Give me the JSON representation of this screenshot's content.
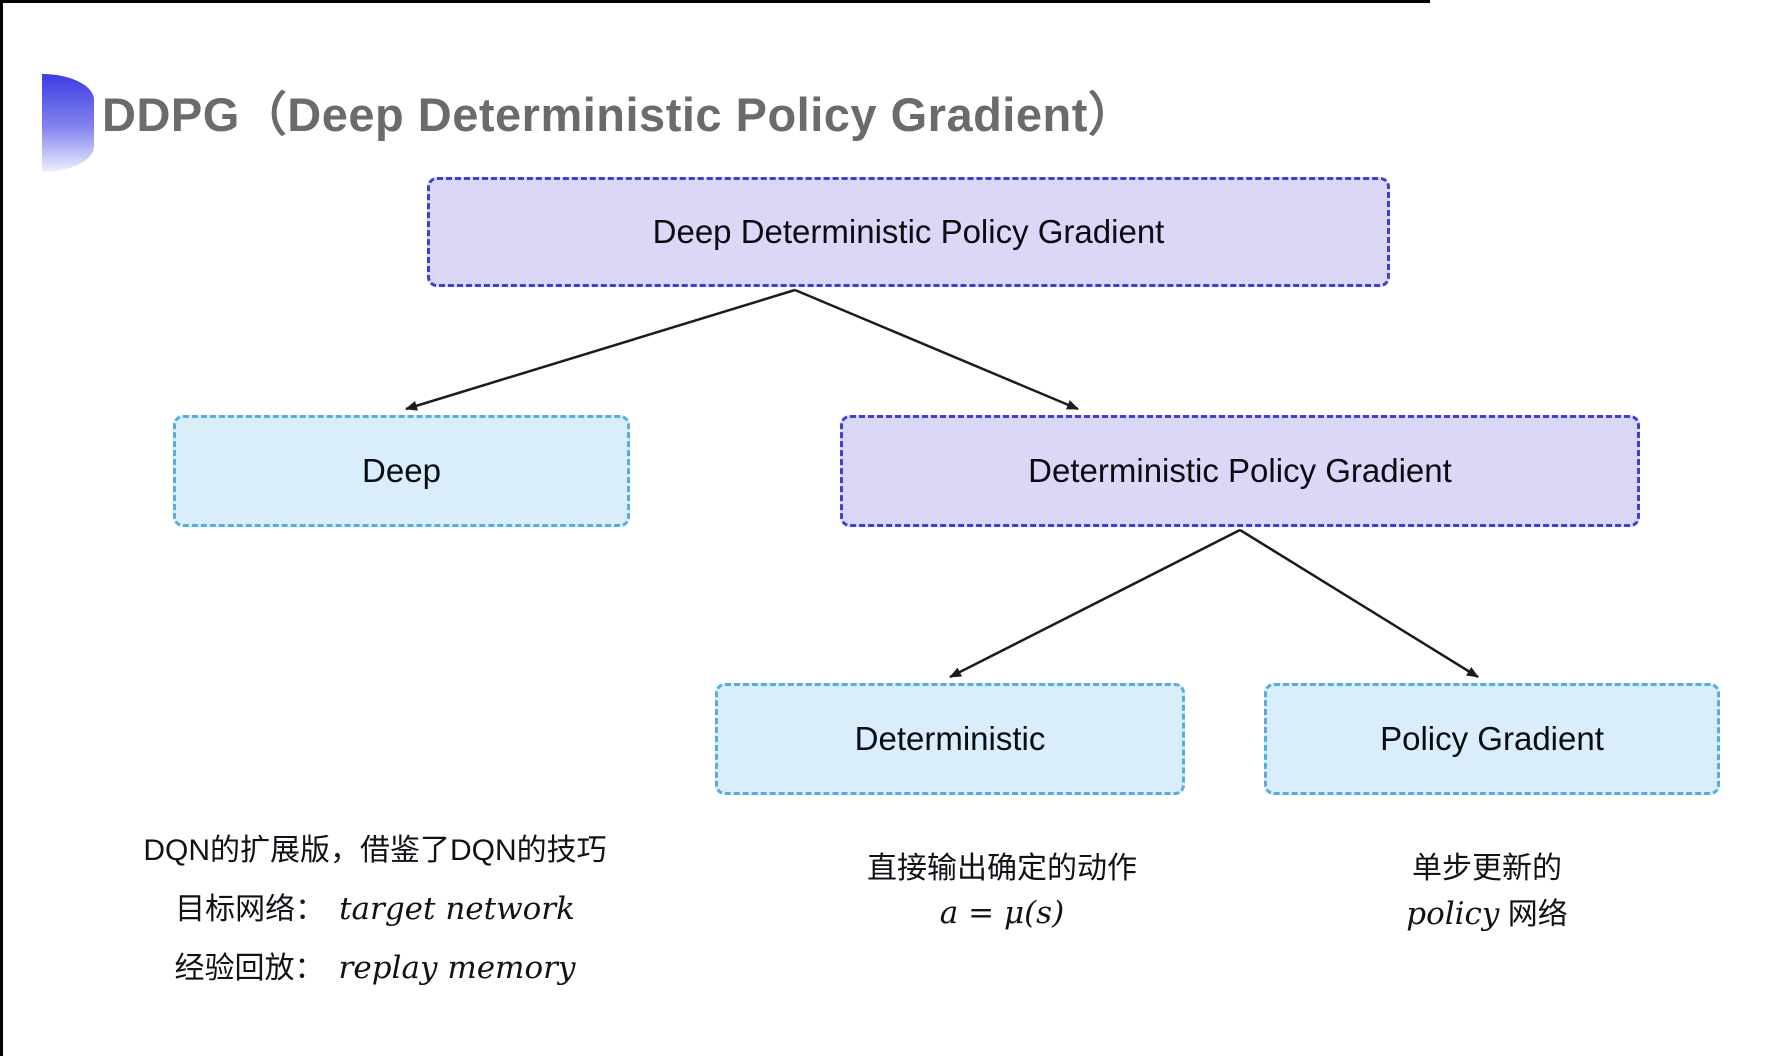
{
  "slide": {
    "title": "DDPG（Deep Deterministic Policy Gradient）"
  },
  "tree": {
    "root": {
      "label": "Deep Deterministic Policy Gradient"
    },
    "deep": {
      "label": "Deep"
    },
    "dpg": {
      "label": "Deterministic Policy Gradient"
    },
    "deterministic": {
      "label": "Deterministic"
    },
    "policy_gradient": {
      "label": "Policy Gradient"
    }
  },
  "notes": {
    "deep": {
      "line1": "DQN的扩展版，借鉴了DQN的技巧",
      "target_label": "目标网络：",
      "target_value": "target network",
      "replay_label": "经验回放：",
      "replay_value": "replay memory"
    },
    "deterministic": {
      "line1": "直接输出确定的动作",
      "formula": "a = μ(s)"
    },
    "policy_gradient": {
      "line1": "单步更新的",
      "word_italic": "policy",
      "word_suffix": " 网络"
    }
  },
  "colors": {
    "purple_fill": "#dbd7f6",
    "purple_border": "#4040d0",
    "cyan_fill": "#d9eefa",
    "cyan_border": "#55aedd",
    "title_gray": "#6b6b6b",
    "arrow": "#1c1c1c",
    "icon_blue": "#3c3ce4"
  }
}
